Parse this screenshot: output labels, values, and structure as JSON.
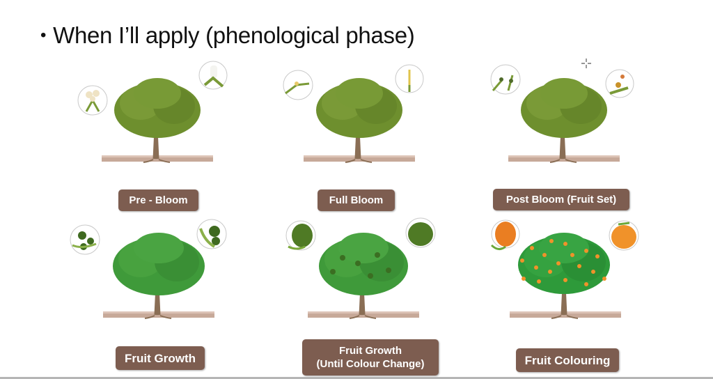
{
  "slide": {
    "title_bullet": "•",
    "title": "When I’ll apply (phenological phase)"
  },
  "colors": {
    "label_bg": "#7d5d50",
    "label_text": "#ffffff",
    "canopy_olive": "#6e8f2e",
    "canopy_green": "#3f9a3a",
    "trunk": "#8a6e55",
    "ground": "#c7a999",
    "fruit_orange": "#f0922a",
    "fruit_green": "#4f7a25"
  },
  "phases": [
    {
      "id": "pre-bloom",
      "label": "Pre - Bloom",
      "left_detail": "flower-buds-icon",
      "right_detail": "closed-blossom-icon"
    },
    {
      "id": "full-bloom",
      "label": "Full Bloom",
      "left_detail": "open-flower-icon",
      "right_detail": "open-flower-icon"
    },
    {
      "id": "post-bloom",
      "label": "Post Bloom (Fruit Set)",
      "left_detail": "fruit-set-icon",
      "right_detail": "petal-fall-icon"
    },
    {
      "id": "fruit-growth",
      "label": "Fruit Growth",
      "left_detail": "small-green-fruit-icon",
      "right_detail": "small-green-fruit-icon"
    },
    {
      "id": "fruit-growth-until-colour",
      "label_line1": "Fruit Growth",
      "label_line2": "(Until Colour Change)",
      "left_detail": "green-fruit-icon",
      "right_detail": "green-fruit-icon"
    },
    {
      "id": "fruit-colouring",
      "label": "Fruit Colouring",
      "left_detail": "orange-fruit-icon",
      "right_detail": "orange-fruit-icon"
    }
  ]
}
